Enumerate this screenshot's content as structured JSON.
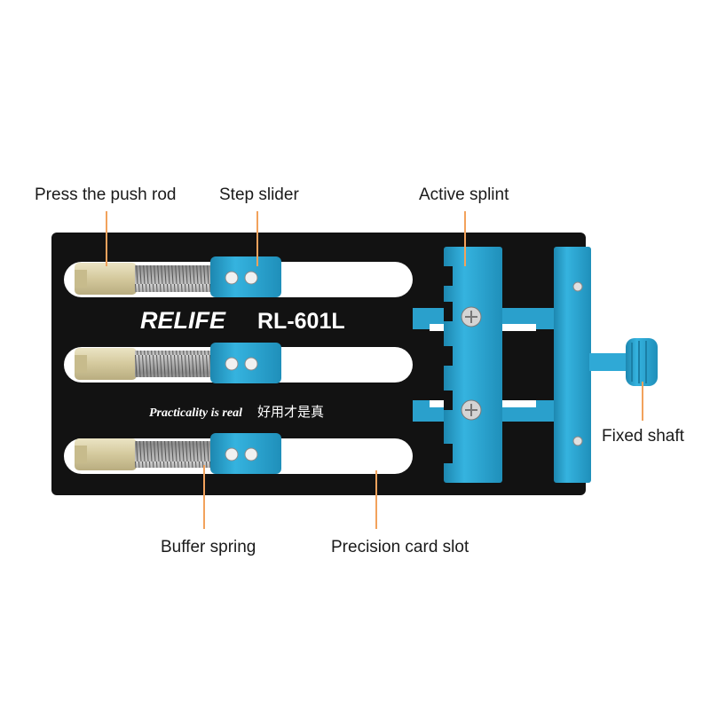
{
  "callouts": {
    "press_push_rod": "Press the push rod",
    "step_slider": "Step slider",
    "active_splint": "Active splint",
    "fixed_shaft": "Fixed shaft",
    "buffer_spring": "Buffer spring",
    "precision_card_slot": "Precision card slot"
  },
  "product": {
    "brand": "RELIFE",
    "model": "RL-601L",
    "slogan_en": "Practicality is real",
    "slogan_cn": "好用才是真"
  },
  "colors": {
    "plate": "#121212",
    "slot": "#ffffff",
    "aluminum_blue": "#2fa9d6",
    "aluminum_dark": "#1b7fa6",
    "brass": "#d9cfa6",
    "leader_line": "#f2a25c"
  }
}
